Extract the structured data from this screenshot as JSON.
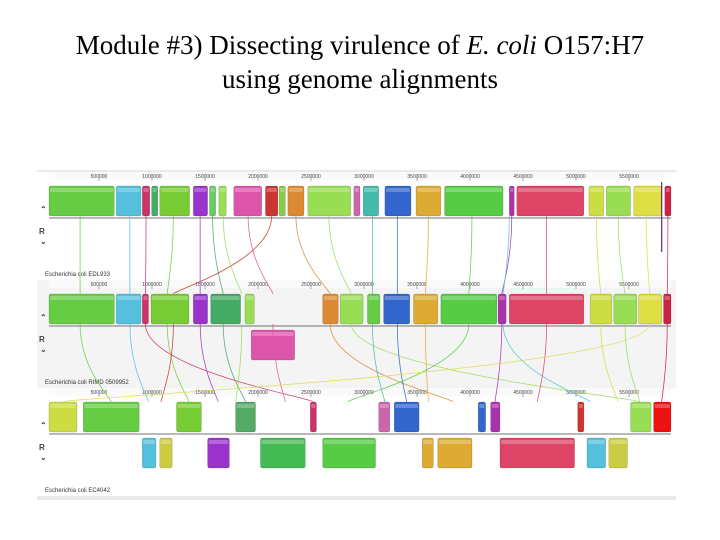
{
  "slide": {
    "title_prefix": "Module #3) Dissecting virulence of ",
    "title_italic": "E. coli",
    "title_suffix": " O157:H7",
    "title_line2": "using genome alignments"
  },
  "viewer": {
    "app_hint": "Mauve genome alignment",
    "side_button": "R",
    "panels": [
      {
        "genome_label": "Escherichia coli EDL933",
        "ticks": [
          "500000",
          "1000000",
          "1500000",
          "2000000",
          "2500000",
          "3000000",
          "3500000",
          "4000000",
          "4500000",
          "5000000",
          "5500000"
        ],
        "blocks": [
          {
            "start": 0.0,
            "end": 0.105,
            "strand": "+",
            "color": "#66cc44"
          },
          {
            "start": 0.108,
            "end": 0.148,
            "strand": "+",
            "color": "#55c0dd"
          },
          {
            "start": 0.15,
            "end": 0.162,
            "strand": "+",
            "color": "#cc3366"
          },
          {
            "start": 0.165,
            "end": 0.175,
            "strand": "+",
            "color": "#44aa66"
          },
          {
            "start": 0.178,
            "end": 0.226,
            "strand": "+",
            "color": "#77cc33"
          },
          {
            "start": 0.232,
            "end": 0.255,
            "strand": "+",
            "color": "#9933cc"
          },
          {
            "start": 0.258,
            "end": 0.268,
            "strand": "+",
            "color": "#66cc66"
          },
          {
            "start": 0.273,
            "end": 0.285,
            "strand": "+",
            "color": "#99dd55"
          },
          {
            "start": 0.297,
            "end": 0.342,
            "strand": "+",
            "color": "#dd55aa"
          },
          {
            "start": 0.348,
            "end": 0.368,
            "strand": "+",
            "color": "#cc3333"
          },
          {
            "start": 0.37,
            "end": 0.38,
            "strand": "+",
            "color": "#88cc44"
          },
          {
            "start": 0.384,
            "end": 0.41,
            "strand": "+",
            "color": "#dd8833"
          },
          {
            "start": 0.416,
            "end": 0.485,
            "strand": "+",
            "color": "#99dd55"
          },
          {
            "start": 0.49,
            "end": 0.5,
            "strand": "+",
            "color": "#cc66aa"
          },
          {
            "start": 0.505,
            "end": 0.53,
            "strand": "+",
            "color": "#44bbaa"
          },
          {
            "start": 0.54,
            "end": 0.582,
            "strand": "+",
            "color": "#3366cc"
          },
          {
            "start": 0.59,
            "end": 0.63,
            "strand": "+",
            "color": "#ddaa33"
          },
          {
            "start": 0.636,
            "end": 0.73,
            "strand": "+",
            "color": "#55cc44"
          },
          {
            "start": 0.74,
            "end": 0.748,
            "strand": "+",
            "color": "#aa33aa"
          },
          {
            "start": 0.752,
            "end": 0.86,
            "strand": "+",
            "color": "#dd4466"
          },
          {
            "start": 0.868,
            "end": 0.892,
            "strand": "+",
            "color": "#ccdd44"
          },
          {
            "start": 0.896,
            "end": 0.935,
            "strand": "+",
            "color": "#99dd55"
          },
          {
            "start": 0.94,
            "end": 0.985,
            "strand": "+",
            "color": "#dddd44"
          },
          {
            "start": 0.99,
            "end": 1.0,
            "strand": "+",
            "color": "#cc2244"
          }
        ]
      },
      {
        "genome_label": "Escherichia coli RIMD 0509952",
        "ticks": [
          "500000",
          "1000000",
          "1500000",
          "2000000",
          "2500000",
          "3000000",
          "3500000",
          "4000000",
          "4500000",
          "5000000",
          "5500000"
        ],
        "blocks": [
          {
            "start": 0.0,
            "end": 0.105,
            "strand": "+",
            "color": "#66cc44"
          },
          {
            "start": 0.108,
            "end": 0.148,
            "strand": "+",
            "color": "#55c0dd"
          },
          {
            "start": 0.15,
            "end": 0.16,
            "strand": "+",
            "color": "#cc3366"
          },
          {
            "start": 0.164,
            "end": 0.225,
            "strand": "+",
            "color": "#77cc33"
          },
          {
            "start": 0.232,
            "end": 0.255,
            "strand": "+",
            "color": "#9933cc"
          },
          {
            "start": 0.26,
            "end": 0.308,
            "strand": "+",
            "color": "#44aa66"
          },
          {
            "start": 0.315,
            "end": 0.33,
            "strand": "+",
            "color": "#99dd55"
          },
          {
            "start": 0.325,
            "end": 0.395,
            "strand": "-",
            "color": "#dd55aa"
          },
          {
            "start": 0.44,
            "end": 0.465,
            "strand": "+",
            "color": "#dd8833"
          },
          {
            "start": 0.468,
            "end": 0.505,
            "strand": "+",
            "color": "#99dd55"
          },
          {
            "start": 0.512,
            "end": 0.532,
            "strand": "+",
            "color": "#66cc44"
          },
          {
            "start": 0.538,
            "end": 0.58,
            "strand": "+",
            "color": "#3366cc"
          },
          {
            "start": 0.586,
            "end": 0.625,
            "strand": "+",
            "color": "#ddaa33"
          },
          {
            "start": 0.63,
            "end": 0.72,
            "strand": "+",
            "color": "#55cc44"
          },
          {
            "start": 0.722,
            "end": 0.735,
            "strand": "+",
            "color": "#aa33aa"
          },
          {
            "start": 0.74,
            "end": 0.86,
            "strand": "+",
            "color": "#dd4466"
          },
          {
            "start": 0.87,
            "end": 0.905,
            "strand": "+",
            "color": "#ccdd44"
          },
          {
            "start": 0.908,
            "end": 0.945,
            "strand": "+",
            "color": "#99dd55"
          },
          {
            "start": 0.948,
            "end": 0.985,
            "strand": "+",
            "color": "#dddd44"
          },
          {
            "start": 0.988,
            "end": 1.0,
            "strand": "+",
            "color": "#cc2244"
          }
        ]
      },
      {
        "genome_label": "Escherichia coli EC4042",
        "ticks": [
          "500000",
          "1000000",
          "1500000",
          "2000000",
          "2500000",
          "3000000",
          "3500000",
          "4000000",
          "4500000",
          "5000000",
          "5500000"
        ],
        "blocks": [
          {
            "start": 0.0,
            "end": 0.045,
            "strand": "+",
            "color": "#ccdd44"
          },
          {
            "start": 0.055,
            "end": 0.145,
            "strand": "+",
            "color": "#66cc44"
          },
          {
            "start": 0.15,
            "end": 0.172,
            "strand": "-",
            "color": "#55c0dd"
          },
          {
            "start": 0.178,
            "end": 0.198,
            "strand": "-",
            "color": "#cccc44"
          },
          {
            "start": 0.205,
            "end": 0.245,
            "strand": "+",
            "color": "#77cc33"
          },
          {
            "start": 0.255,
            "end": 0.29,
            "strand": "-",
            "color": "#9933cc"
          },
          {
            "start": 0.3,
            "end": 0.332,
            "strand": "+",
            "color": "#55aa66"
          },
          {
            "start": 0.34,
            "end": 0.412,
            "strand": "-",
            "color": "#44bb55"
          },
          {
            "start": 0.42,
            "end": 0.43,
            "strand": "+",
            "color": "#cc3366"
          },
          {
            "start": 0.44,
            "end": 0.525,
            "strand": "-",
            "color": "#55cc44"
          },
          {
            "start": 0.53,
            "end": 0.548,
            "strand": "+",
            "color": "#cc66aa"
          },
          {
            "start": 0.555,
            "end": 0.595,
            "strand": "+",
            "color": "#3366cc"
          },
          {
            "start": 0.6,
            "end": 0.618,
            "strand": "-",
            "color": "#ddaa33"
          },
          {
            "start": 0.625,
            "end": 0.68,
            "strand": "-",
            "color": "#ddaa33"
          },
          {
            "start": 0.69,
            "end": 0.702,
            "strand": "+",
            "color": "#3366cc"
          },
          {
            "start": 0.71,
            "end": 0.725,
            "strand": "+",
            "color": "#aa33aa"
          },
          {
            "start": 0.725,
            "end": 0.845,
            "strand": "-",
            "color": "#dd4466"
          },
          {
            "start": 0.85,
            "end": 0.86,
            "strand": "+",
            "color": "#cc3333"
          },
          {
            "start": 0.865,
            "end": 0.895,
            "strand": "-",
            "color": "#55c0dd"
          },
          {
            "start": 0.9,
            "end": 0.93,
            "strand": "-",
            "color": "#cccc44"
          },
          {
            "start": 0.935,
            "end": 0.968,
            "strand": "+",
            "color": "#99dd55"
          },
          {
            "start": 0.972,
            "end": 1.0,
            "strand": "+",
            "color": "#ee1111"
          }
        ]
      }
    ],
    "connectors": [
      {
        "a": 0.05,
        "b": 0.05,
        "c": 0.1,
        "color": "#66cc44"
      },
      {
        "a": 0.13,
        "b": 0.13,
        "c": 0.16,
        "color": "#55c0dd"
      },
      {
        "a": 0.156,
        "b": 0.155,
        "c": 0.425,
        "color": "#cc3366"
      },
      {
        "a": 0.2,
        "b": 0.19,
        "c": 0.225,
        "color": "#77cc33"
      },
      {
        "a": 0.243,
        "b": 0.243,
        "c": 0.272,
        "color": "#9933cc"
      },
      {
        "a": 0.263,
        "b": 0.28,
        "c": 0.316,
        "color": "#44aa66"
      },
      {
        "a": 0.32,
        "b": 0.36,
        "c": 0.38,
        "color": "#dd55aa"
      },
      {
        "a": 0.358,
        "b": 0.2,
        "c": 0.18,
        "color": "#cc3333"
      },
      {
        "a": 0.397,
        "b": 0.452,
        "c": 0.65,
        "color": "#dd8833"
      },
      {
        "a": 0.45,
        "b": 0.486,
        "c": 0.95,
        "color": "#99dd55"
      },
      {
        "a": 0.56,
        "b": 0.56,
        "c": 0.575,
        "color": "#3366cc"
      },
      {
        "a": 0.61,
        "b": 0.605,
        "c": 0.61,
        "color": "#ddaa33"
      },
      {
        "a": 0.68,
        "b": 0.675,
        "c": 0.48,
        "color": "#55cc44"
      },
      {
        "a": 0.744,
        "b": 0.728,
        "c": 0.717,
        "color": "#aa33aa"
      },
      {
        "a": 0.8,
        "b": 0.8,
        "c": 0.785,
        "color": "#dd4466"
      },
      {
        "a": 0.88,
        "b": 0.887,
        "c": 0.915,
        "color": "#ccdd44"
      },
      {
        "a": 0.915,
        "b": 0.926,
        "c": 0.95,
        "color": "#99dd55"
      },
      {
        "a": 0.96,
        "b": 0.966,
        "c": 0.02,
        "color": "#dddd44"
      },
      {
        "a": 0.995,
        "b": 0.994,
        "c": 0.985,
        "color": "#cc2244"
      },
      {
        "a": 0.28,
        "b": 0.31,
        "c": 0.3,
        "color": "#99dd55"
      },
      {
        "a": 0.52,
        "b": 0.52,
        "c": 0.54,
        "color": "#44bbaa"
      },
      {
        "a": 0.74,
        "b": 0.73,
        "c": 0.87,
        "color": "#55c0dd"
      }
    ]
  }
}
